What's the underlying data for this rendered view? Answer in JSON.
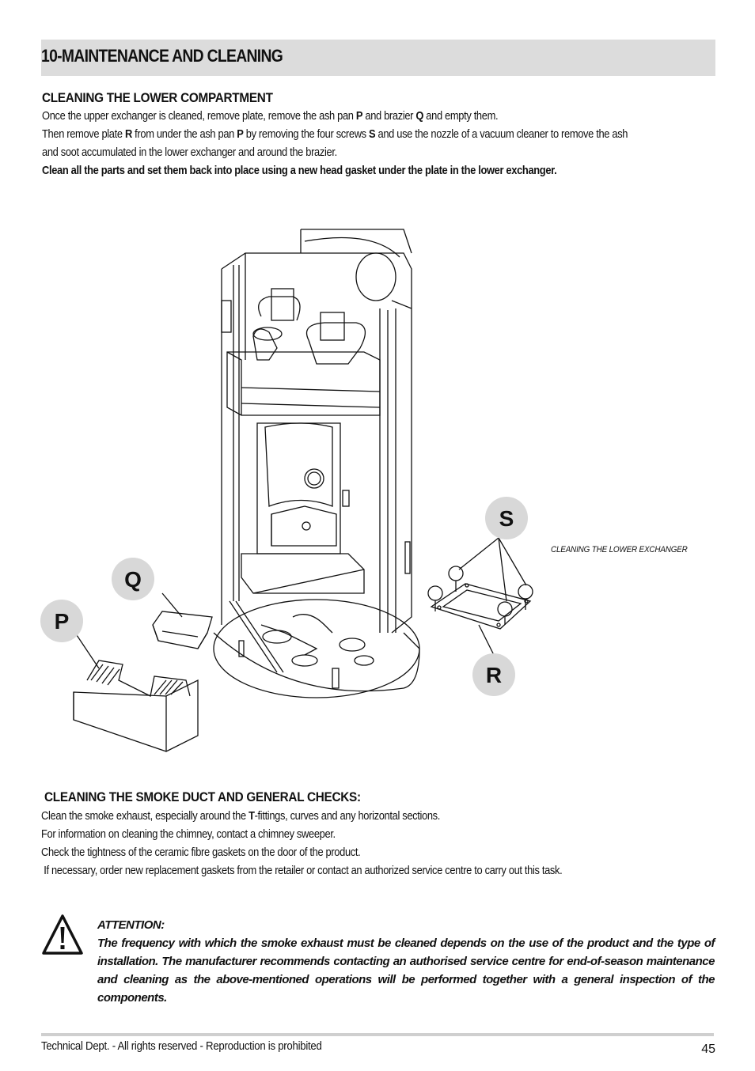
{
  "header": {
    "title": "10-MAINTENANCE AND CLEANING"
  },
  "section1": {
    "title": "CLEANING THE LOWER COMPARTMENT",
    "line1_a": "Once the upper exchanger is cleaned, remove plate, remove the ash pan ",
    "line1_p": "P",
    "line1_b": " and brazier ",
    "line1_q": "Q",
    "line1_c": " and empty them.",
    "line2_a": "Then remove plate ",
    "line2_r": "R",
    "line2_b": " from under the ash pan ",
    "line2_p": "P",
    "line2_c": " by removing the four screws ",
    "line2_s": "S",
    "line2_d": " and use the nozzle of a vacuum cleaner to remove the ash",
    "line3": "and soot accumulated in the lower exchanger and around the brazier.",
    "line4": "Clean all the parts and set them back into place using a new head gasket under the plate in the lower exchanger."
  },
  "figure": {
    "caption": "CLEANING THE LOWER EXCHANGER",
    "callouts": {
      "p": "P",
      "q": "Q",
      "s": "S",
      "r": "R"
    }
  },
  "section2": {
    "title": "CLEANING THE SMOKE DUCT AND GENERAL CHECKS:",
    "line1_a": "Clean the smoke exhaust, especially around the ",
    "line1_t": "T",
    "line1_b": "-fittings, curves and any horizontal sections.",
    "line2": "For information on cleaning the chimney, contact a chimney sweeper.",
    "line3": "Check the tightness of the ceramic fibre gaskets on the door of the product.",
    "line4": " If necessary, order new replacement gaskets from the retailer or contact an authorized service centre to carry out this task."
  },
  "warning": {
    "title": "ATTENTION:",
    "text": "The frequency with which the smoke exhaust must be cleaned depends on the use of the product and the type of installation. The manufacturer recommends contacting an authorised service centre for end-of-season maintenance and cleaning as the above-mentioned operations will be performed together with a general inspection of the components."
  },
  "footer": {
    "text": "Technical Dept. - All rights reserved - Reproduction is prohibited",
    "page_number": "45"
  },
  "colors": {
    "header_bg": "#dcdcdc",
    "callout_bg": "#d8d8d8",
    "line": "#111111"
  }
}
